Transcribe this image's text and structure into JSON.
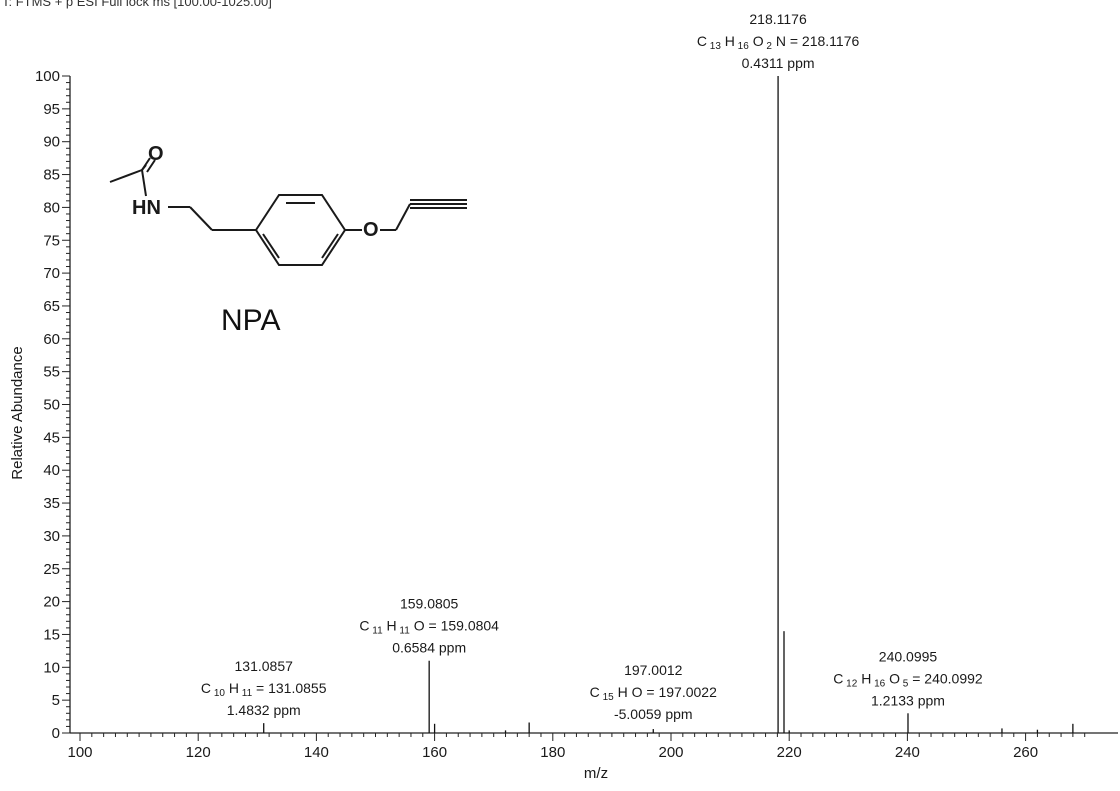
{
  "header": "T: FTMS + p ESI Full lock ms [100.00-1025.00]",
  "compound": {
    "name": "NPA",
    "atoms": {
      "o_carbonyl": "O",
      "nh": "HN",
      "o_ether": "O"
    }
  },
  "chart_data": {
    "type": "bar",
    "xlabel": "m/z",
    "ylabel": "Relative Abundance",
    "xlim": [
      100,
      270
    ],
    "ylim": [
      0,
      100
    ],
    "x_ticks": [
      100,
      120,
      140,
      160,
      180,
      200,
      220,
      240,
      260
    ],
    "y_ticks": [
      0,
      5,
      10,
      15,
      20,
      25,
      30,
      35,
      40,
      45,
      50,
      55,
      60,
      65,
      70,
      75,
      80,
      85,
      90,
      95,
      100
    ],
    "peaks": [
      {
        "mz": 131.0857,
        "abundance": 1.5
      },
      {
        "mz": 159.0805,
        "abundance": 11
      },
      {
        "mz": 160.0,
        "abundance": 1.4
      },
      {
        "mz": 172.0,
        "abundance": 0.4
      },
      {
        "mz": 176.0,
        "abundance": 1.6
      },
      {
        "mz": 197.0012,
        "abundance": 0.6
      },
      {
        "mz": 218.1176,
        "abundance": 100
      },
      {
        "mz": 219.12,
        "abundance": 15.5
      },
      {
        "mz": 220.0,
        "abundance": 0.4
      },
      {
        "mz": 240.0995,
        "abundance": 3
      },
      {
        "mz": 256.0,
        "abundance": 0.7
      },
      {
        "mz": 262.0,
        "abundance": 0.5
      },
      {
        "mz": 268.0,
        "abundance": 1.4
      }
    ],
    "annotations": [
      {
        "mz": 218.1176,
        "label_line1": "218.1176",
        "formula": [
          [
            "C",
            "13"
          ],
          [
            "H",
            "16"
          ],
          [
            "O",
            "2"
          ],
          [
            "N",
            ""
          ]
        ],
        "calc": "= 218.1176",
        "ppm": "0.4311 ppm"
      },
      {
        "mz": 159.0805,
        "label_line1": "159.0805",
        "formula": [
          [
            "C",
            "11"
          ],
          [
            "H",
            "11"
          ],
          [
            "O",
            ""
          ]
        ],
        "calc": "= 159.0804",
        "ppm": "0.6584 ppm"
      },
      {
        "mz": 131.0857,
        "label_line1": "131.0857",
        "formula": [
          [
            "C",
            "10"
          ],
          [
            "H",
            "11"
          ]
        ],
        "calc": "= 131.0855",
        "ppm": "1.4832 ppm"
      },
      {
        "mz": 197.0012,
        "label_line1": "197.0012",
        "formula": [
          [
            "C",
            "15"
          ],
          [
            "H",
            ""
          ],
          [
            "O",
            ""
          ]
        ],
        "calc": "= 197.0022",
        "ppm": "-5.0059 ppm"
      },
      {
        "mz": 240.0995,
        "label_line1": "240.0995",
        "formula": [
          [
            "C",
            "12"
          ],
          [
            "H",
            "16"
          ],
          [
            "O",
            "5"
          ]
        ],
        "calc": "= 240.0992",
        "ppm": "1.2133 ppm"
      }
    ]
  }
}
